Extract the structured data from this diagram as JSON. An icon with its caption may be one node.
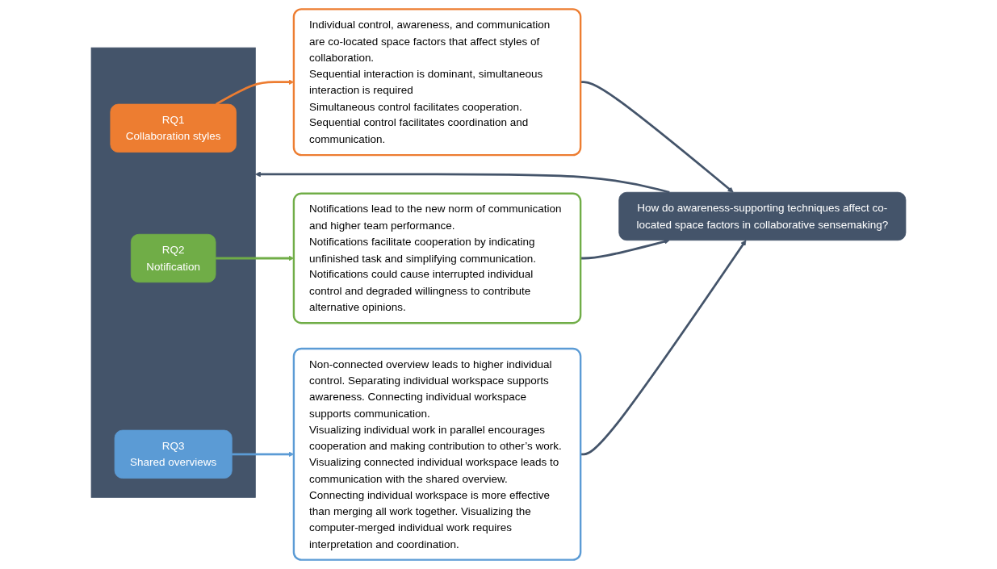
{
  "diagram": {
    "nodes": [
      {
        "text": [
          "How do awareness-supporting techniques affect co-located space factors in collaborative sensemaking?"
        ]
      },
      {
        "text": [],
        "shape": "box"
      },
      {
        "text": [
          "RQ1",
          "Collaboration styles"
        ],
        "in": 1
      },
      {
        "text": [
          "RQ2",
          "Notification"
        ],
        "in": 1
      },
      {
        "text": [
          "RQ3",
          "Shared overviews"
        ],
        "in": 1
      },
      {
        "text": [
          "Individual control, awareness, and communication are co-located space factors that affect styles of collaboration.",
          "Sequential interaction is dominant, simultaneous interaction is required",
          "Simultaneous control facilitates cooperation.",
          "Sequential control facilitates coordination and communication."
        ]
      },
      {
        "text": [
          "Notifications lead to the new norm of communication and higher team performance.",
          "Notifications facilitate cooperation by indicating unfinished task and simplifying communication.",
          "Notifications could cause interrupted individual control and degraded willingness to contribute alternative opinions."
        ]
      },
      {
        "text": [
          "Non-connected overview leads to higher individual control. Separating individual workspace supports awareness. Connecting individual workspace supports communication.",
          "Visualizing individual work in parallel encourages cooperation and making contribution to other’s work. Visualizing connected individual workspace leads to communication with the shared overview.",
          "Connecting individual workspace is more effective than merging all work together. Visualizing the computer-merged individual work requires interpretation and coordination."
        ]
      }
    ],
    "edges": [
      {
        "from": 0,
        "to": 1,
        "arrow": "to"
      },
      {
        "from": 2,
        "to": 5,
        "arrow": "to",
        "color": "#ed7d31"
      },
      {
        "from": 3,
        "to": 6,
        "arrow": "to",
        "color": "#70ad47"
      },
      {
        "from": 4,
        "to": 7,
        "arrow": "to",
        "color": "#5b9bd5"
      },
      {
        "from": 5,
        "to": 0,
        "arrow": "to"
      },
      {
        "from": 6,
        "to": 0,
        "arrow": "to"
      },
      {
        "from": 7,
        "to": 0,
        "arrow": "to"
      }
    ]
  }
}
